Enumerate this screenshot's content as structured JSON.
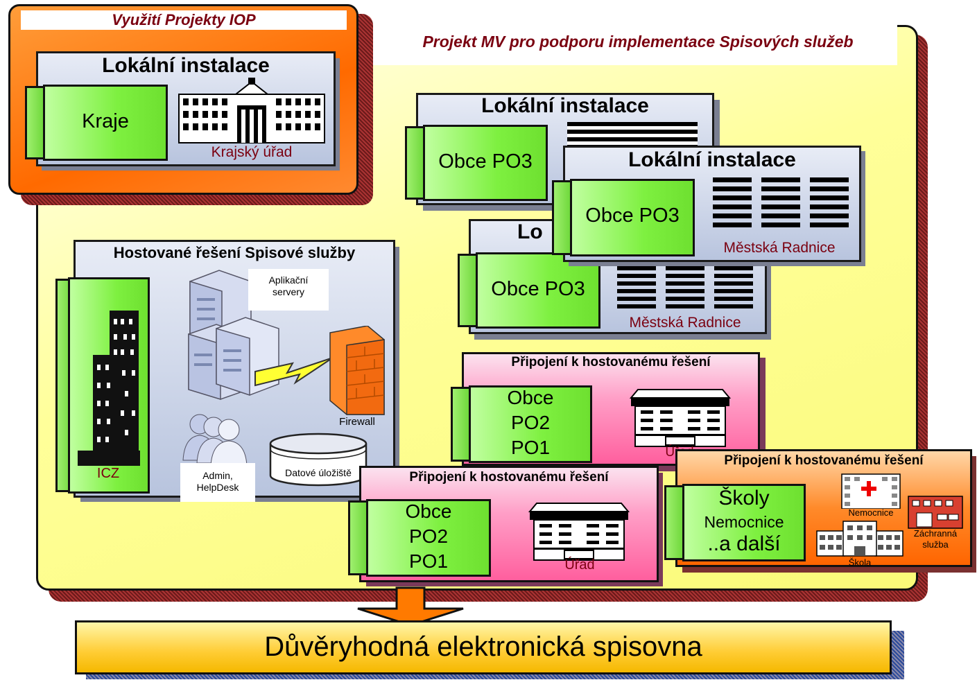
{
  "iop": {
    "title": "Využití Projekty IOP"
  },
  "mv": {
    "title": "Projekt MV pro podporu implementace Spisových služeb"
  },
  "local_kraje": {
    "title": "Lokální instalace",
    "green": "Kraje",
    "building_label": "Krajský úřad"
  },
  "local1": {
    "title": "Lokální instalace",
    "green": "Obce PO3"
  },
  "local2": {
    "title": "Lokální instalace",
    "green": "Obce PO3",
    "building_label": "Městská Radnice"
  },
  "local3": {
    "title_partial": "Lo",
    "green": "Obce PO3",
    "building_label": "Městská Radnice"
  },
  "hosted": {
    "title": "Hostované řešení Spisové služby",
    "icz": "ICZ",
    "app_servers": "Aplikační servery",
    "firewall": "Firewall",
    "admin": "Admin, HelpDesk",
    "storage": "Datové úložiště"
  },
  "connect1": {
    "title": "Připojení k hostovanému řešení",
    "lines": [
      "Obce",
      "PO2",
      "PO1"
    ],
    "building_label": "Úřad"
  },
  "connect2": {
    "title": "Připojení k hostovanému řešení",
    "lines": [
      "Obce",
      "PO2",
      "PO1"
    ],
    "building_label": "Úřad"
  },
  "connect3": {
    "title": "Připojení k hostovanému řešení",
    "lines": [
      "Školy",
      "Nemocnice",
      "..a další"
    ],
    "hospital": "Nemocnice",
    "rescue": "Záchranná služba",
    "school": "Škola"
  },
  "bottom": {
    "label": "Důvěryhodná elektronická spisovna"
  },
  "colors": {
    "accent_red": "#7a0010",
    "yellow": "#ffff9a",
    "orange": "#ff6a00",
    "green": "#7ef040",
    "pink": "#ff5f9e"
  }
}
